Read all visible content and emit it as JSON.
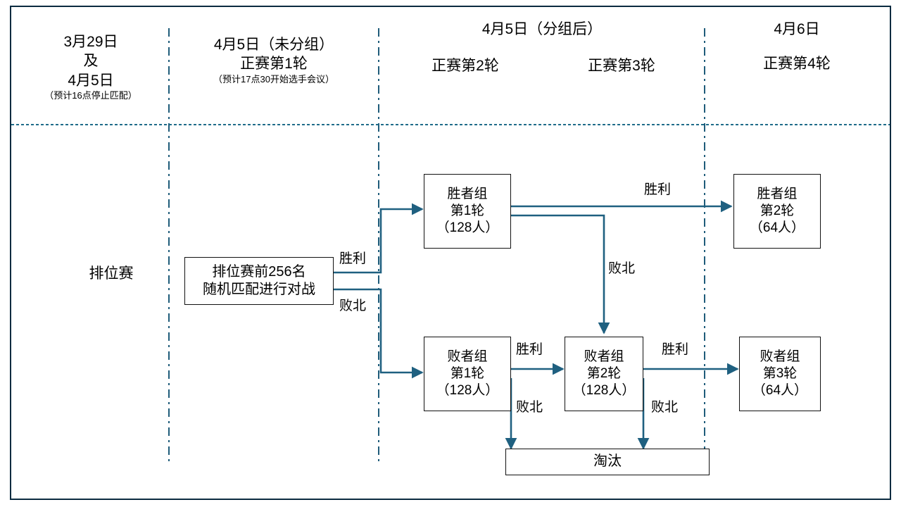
{
  "diagram": {
    "title_visible": false,
    "colors": {
      "frame": "#0B2B40",
      "divider": "#1F5C7A",
      "connector": "#1F6080",
      "node_border": "#111111",
      "text": "#000000",
      "background": "#FFFFFF"
    },
    "columns": [
      {
        "id": "col-qualifier",
        "header_lines": [
          "3月29日",
          "及",
          "4月5日"
        ],
        "header_note": "（预计16点停止匹配）"
      },
      {
        "id": "col-round1",
        "header_lines": [
          "4月5日（未分组）",
          "正赛第1轮"
        ],
        "header_note": "（预计17点30开始选手会议）"
      },
      {
        "id": "col-grouped",
        "header_lines": [
          "4月5日（分组后）"
        ],
        "header_note": "",
        "sub_headers": [
          "正赛第2轮",
          "正赛第3轮"
        ]
      },
      {
        "id": "col-round4",
        "header_lines": [
          "4月6日",
          "正赛第4轮"
        ],
        "header_note": ""
      }
    ],
    "nodes": [
      {
        "id": "ranked",
        "lines": [
          "排位赛"
        ]
      },
      {
        "id": "seed-pool",
        "lines": [
          "排位赛前256名",
          "随机匹配进行对战"
        ]
      },
      {
        "id": "winners-r1",
        "lines": [
          "胜者组",
          "第1轮",
          "（128人）"
        ]
      },
      {
        "id": "winners-r2",
        "lines": [
          "胜者组",
          "第2轮",
          "（64人）"
        ]
      },
      {
        "id": "losers-r1",
        "lines": [
          "败者组",
          "第1轮",
          "（128人）"
        ]
      },
      {
        "id": "losers-r2",
        "lines": [
          "败者组",
          "第2轮",
          "（128人）"
        ]
      },
      {
        "id": "losers-r3",
        "lines": [
          "败者组",
          "第3轮",
          "（64人）"
        ]
      },
      {
        "id": "eliminated",
        "lines": [
          "淘汰"
        ]
      }
    ],
    "edge_labels": [
      {
        "id": "seed-win",
        "text": "胜利"
      },
      {
        "id": "seed-lose",
        "text": "败北"
      },
      {
        "id": "winners-r1-win",
        "text": "胜利"
      },
      {
        "id": "winners-r1-lose",
        "text": "败北"
      },
      {
        "id": "losers-r1-win",
        "text": "胜利"
      },
      {
        "id": "losers-r1-lose",
        "text": "败北"
      },
      {
        "id": "losers-r2-win",
        "text": "胜利"
      },
      {
        "id": "losers-r2-lose",
        "text": "败北"
      }
    ]
  }
}
